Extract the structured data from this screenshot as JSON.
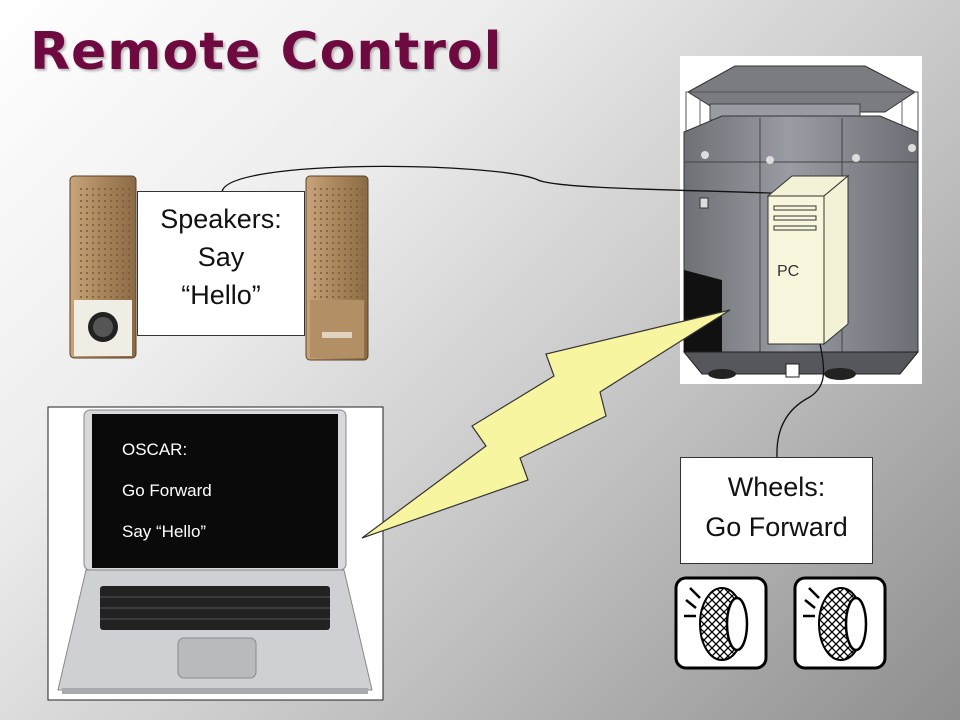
{
  "title": "Remote Control",
  "speakers": {
    "heading": "Speakers:",
    "line1": "Say",
    "line2": "“Hello”"
  },
  "wheels": {
    "heading": "Wheels:",
    "command": "Go Forward"
  },
  "laptop_screen": {
    "line1": "OSCAR:",
    "line2": "Go Forward",
    "line3": "Say “Hello”"
  },
  "pc_label": "PC",
  "colors": {
    "title": "#6e0a3f",
    "lightning": "#f7f5a0",
    "speaker": "#a9855c",
    "robot": "#7d7f86"
  }
}
